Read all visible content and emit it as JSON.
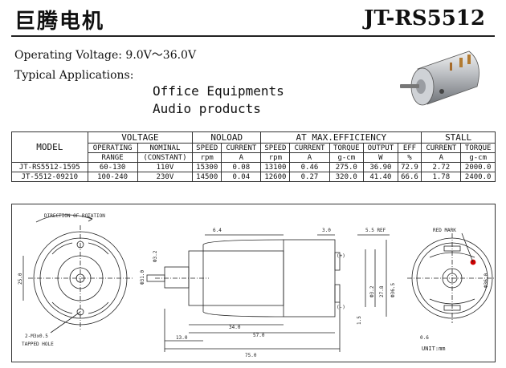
{
  "header": {
    "brand_cn": "巨腾电机",
    "model": "JT-RS5512"
  },
  "spec": {
    "operating_voltage": "Operating Voltage: 9.0V～36.0V"
  },
  "applications": {
    "label": "Typical Applications:",
    "items": [
      "Office Equipments",
      "Audio products"
    ]
  },
  "table": {
    "model_header": "MODEL",
    "groups": {
      "voltage": "VOLTAGE",
      "noload": "NOLOAD",
      "efficiency": "AT MAX.EFFICIENCY",
      "stall": "STALL"
    },
    "subheads": {
      "operating": [
        "OPERATING",
        "RANGE"
      ],
      "nominal": [
        "NOMINAL",
        "(CONSTANT)"
      ],
      "noload_speed": [
        "SPEED",
        "rpm"
      ],
      "noload_current": [
        "CURRENT",
        "A"
      ],
      "eff_speed": [
        "SPEED",
        "rpm"
      ],
      "eff_current": [
        "CURRENT",
        "A"
      ],
      "eff_torque": [
        "TORQUE",
        "g-cm"
      ],
      "eff_output": [
        "OUTPUT",
        "W"
      ],
      "eff_eff": [
        "EFF",
        "%"
      ],
      "stall_current": [
        "CURRENT",
        "A"
      ],
      "stall_torque": [
        "TORQUE",
        "g-cm"
      ]
    },
    "rows": [
      {
        "model": "JT-RS5512-1595",
        "range": "60-130",
        "nominal": "110V",
        "nl_speed": "15300",
        "nl_current": "0.08",
        "speed": "13100",
        "current": "0.46",
        "torque": "275.0",
        "output": "36.90",
        "eff": "72.9",
        "s_current": "2.72",
        "s_torque": "2000.0"
      },
      {
        "model": "JT-5512-09210",
        "range": "100-240",
        "nominal": "230V",
        "nl_speed": "14500",
        "nl_current": "0.04",
        "speed": "12600",
        "current": "0.27",
        "torque": "320.0",
        "output": "41.40",
        "eff": "66.6",
        "s_current": "1.78",
        "s_torque": "2400.0"
      }
    ]
  },
  "drawing": {
    "direction": "DIRECTION OF ROTATION",
    "tapped": [
      "2-M3x0.5",
      "TAPPED HOLE"
    ],
    "red_mark": "RED MARK",
    "unit": "UNIT:mm",
    "dims": {
      "d64": "6.4",
      "d30": "3.0",
      "d55": "5.5 REF",
      "d25": "25.0",
      "d32": "Ф3.2",
      "d310": "Ф31.0",
      "d340": "34.0",
      "d570": "57.0",
      "d750": "75.0",
      "d130": "13.0",
      "d15": "1.5",
      "d365": "Ф36.5",
      "d275": "27.8",
      "d332": "Ф3.2",
      "d06": "0.6",
      "d360": "Ф36.0",
      "plus": "(+)",
      "minus": "(-)"
    }
  }
}
